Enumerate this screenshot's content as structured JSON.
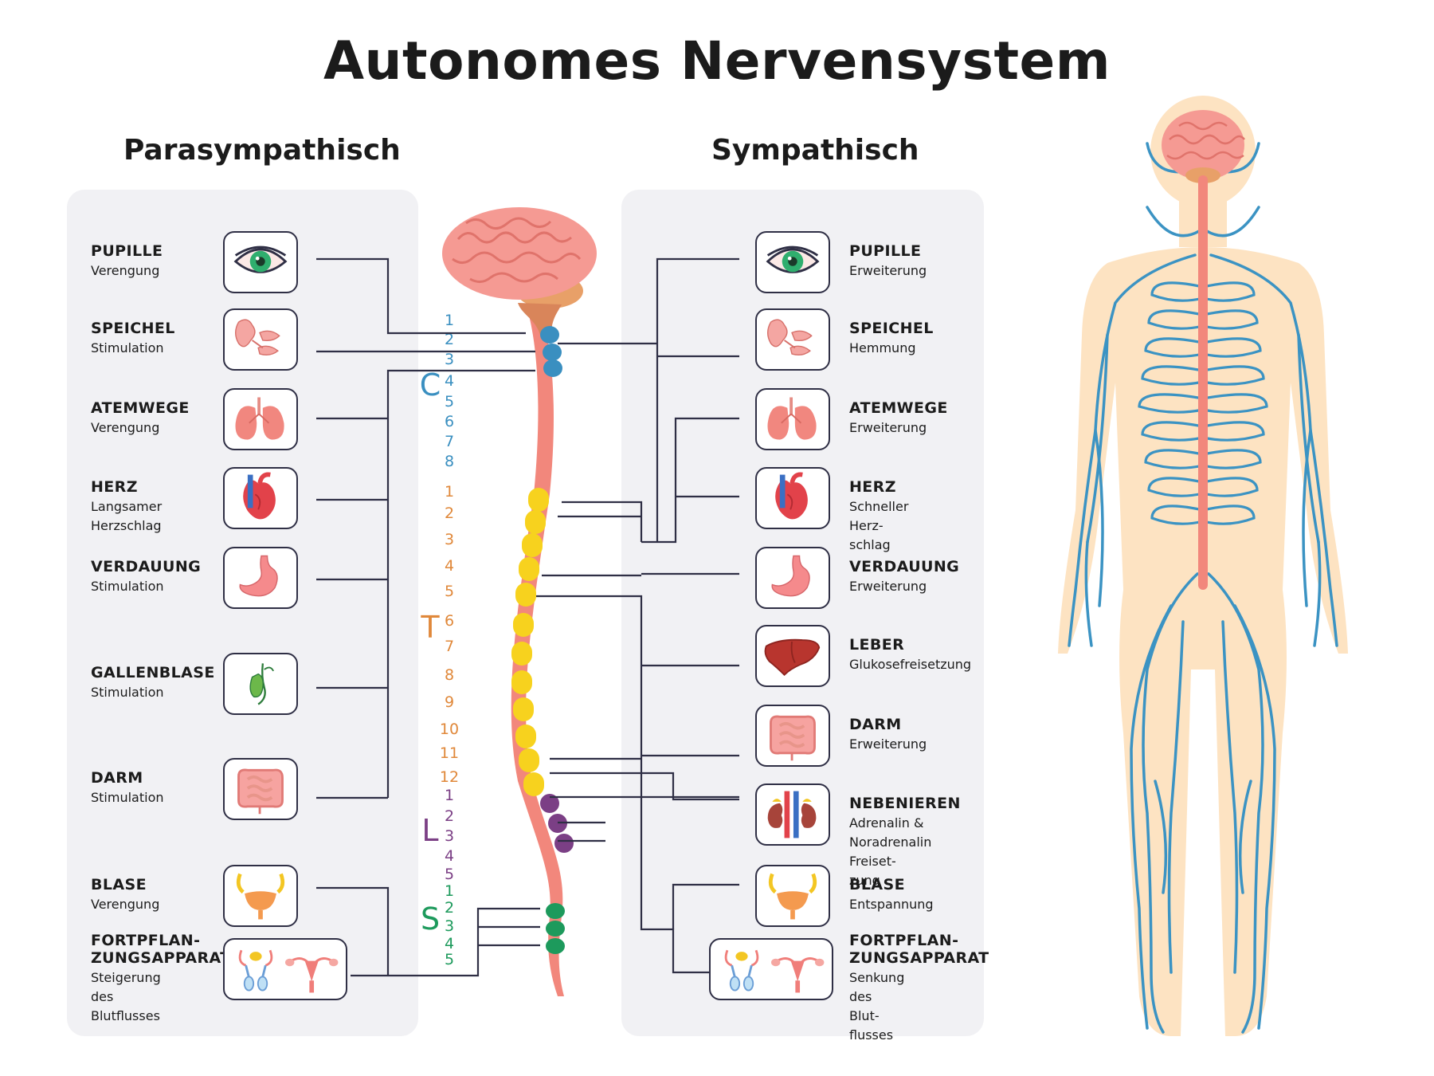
{
  "title": "Autonomes Nervensystem",
  "parasympathetic": {
    "heading": "Parasympathisch",
    "items": [
      {
        "name": "PUPILLE",
        "desc": "Verengung",
        "icon": "eye-icon"
      },
      {
        "name": "SPEICHEL",
        "desc": "Stimulation",
        "icon": "salivary-gland-icon"
      },
      {
        "name": "ATEMWEGE",
        "desc": "Verengung",
        "icon": "lungs-icon"
      },
      {
        "name": "HERZ",
        "desc": "Langsamer\nHerzschlag",
        "icon": "heart-icon"
      },
      {
        "name": "VERDAUUNG",
        "desc": "Stimulation",
        "icon": "stomach-icon"
      },
      {
        "name": "GALLENBLASE",
        "desc": "Stimulation",
        "icon": "gallbladder-icon"
      },
      {
        "name": "DARM",
        "desc": "Stimulation",
        "icon": "intestine-icon"
      },
      {
        "name": "BLASE",
        "desc": "Verengung",
        "icon": "bladder-icon"
      },
      {
        "name": "FORTPFLAN-\nZUNGSAPPARAT",
        "desc": "Steigerung des\nBlutflusses",
        "icon": "reproductive-organs-icon"
      }
    ]
  },
  "sympathetic": {
    "heading": "Sympathisch",
    "items": [
      {
        "name": "PUPILLE",
        "desc": "Erweiterung",
        "icon": "eye-icon"
      },
      {
        "name": "SPEICHEL",
        "desc": "Hemmung",
        "icon": "salivary-gland-icon"
      },
      {
        "name": "ATEMWEGE",
        "desc": "Erweiterung",
        "icon": "lungs-icon"
      },
      {
        "name": "HERZ",
        "desc": "Schneller Herz-\nschlag",
        "icon": "heart-icon"
      },
      {
        "name": "VERDAUUNG",
        "desc": "Erweiterung",
        "icon": "stomach-icon"
      },
      {
        "name": "LEBER",
        "desc": "Glukosefreisetzung",
        "icon": "liver-icon"
      },
      {
        "name": "DARM",
        "desc": "Erweiterung",
        "icon": "intestine-icon"
      },
      {
        "name": "NEBENIEREN",
        "desc": "Adrenalin &\nNoradrenalin Freiset-\nzung",
        "icon": "adrenal-kidney-icon"
      },
      {
        "name": "BLASE",
        "desc": "Entspannung",
        "icon": "bladder-icon"
      },
      {
        "name": "FORTPFLAN-\nZUNGSAPPARAT",
        "desc": "Senkung des Blut-\nflusses",
        "icon": "reproductive-organs-icon"
      }
    ]
  },
  "spine": {
    "regions": [
      {
        "letter": "C",
        "color": "#3a8fc0",
        "numbers": [
          "1",
          "2",
          "3",
          "4",
          "5",
          "6",
          "7",
          "8"
        ]
      },
      {
        "letter": "T",
        "color": "#e0883a",
        "numbers": [
          "1",
          "2",
          "3",
          "4",
          "5",
          "6",
          "7",
          "8",
          "9",
          "10",
          "11",
          "12"
        ]
      },
      {
        "letter": "L",
        "color": "#7b3f85",
        "numbers": [
          "1",
          "2",
          "3",
          "4",
          "5"
        ]
      },
      {
        "letter": "S",
        "color": "#1d9a5c",
        "numbers": [
          "1",
          "2",
          "3",
          "4",
          "5"
        ]
      }
    ]
  },
  "colors": {
    "panel": "#f1f1f4",
    "line": "#2f2f45",
    "nerve": "#3b93c3",
    "skin": "#fde3c2",
    "brain": "#f59a93",
    "cord": "#f2877c"
  }
}
